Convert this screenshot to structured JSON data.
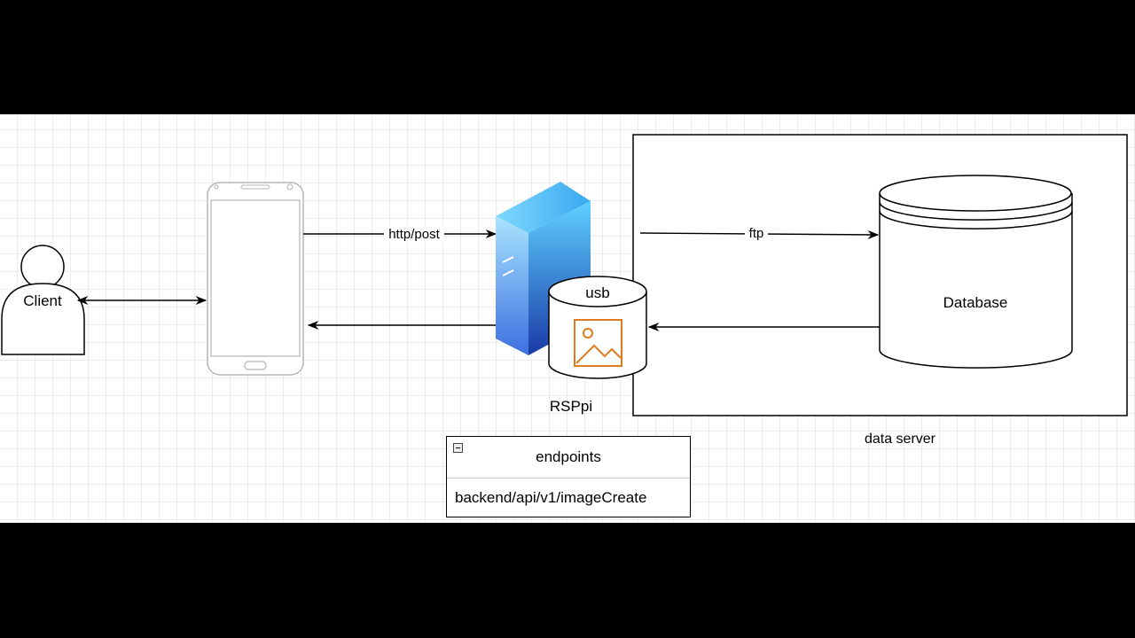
{
  "nodes": {
    "client": "Client",
    "rsppi": "RSPpi",
    "usb": "usb",
    "database": "Database",
    "data_server": "data server"
  },
  "edges": {
    "http_post": "http/post",
    "ftp": "ftp"
  },
  "endpoints": {
    "title": "endpoints",
    "items": [
      "backend/api/v1/imageCreate"
    ]
  },
  "colors": {
    "server_blue_top": "#4fc3f7",
    "server_blue_dark": "#1a3fb8",
    "image_icon": "#e07a1f"
  }
}
